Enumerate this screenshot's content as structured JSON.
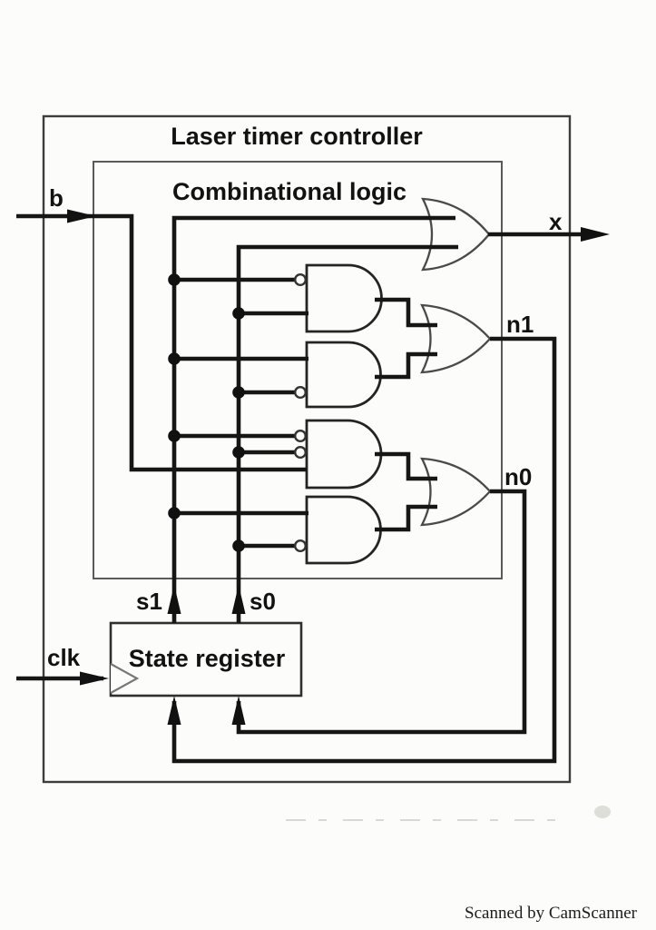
{
  "diagram": {
    "title": "Laser timer controller",
    "subsystem_title": "Combinational logic",
    "register_label": "State register",
    "signals": {
      "b": "b",
      "x": "x",
      "n1": "n1",
      "n0": "n0",
      "s1": "s1",
      "s0": "s0",
      "clk": "clk"
    },
    "gates": [
      {
        "id": "or-x",
        "type": "OR",
        "inputs": [
          "s1",
          "s0"
        ],
        "output": "x"
      },
      {
        "id": "and-1",
        "type": "AND",
        "inputs": [
          "s1'",
          "s0"
        ],
        "output": "or-n1"
      },
      {
        "id": "and-2",
        "type": "AND",
        "inputs": [
          "s1",
          "s0'"
        ],
        "output": "or-n1"
      },
      {
        "id": "or-n1",
        "type": "OR",
        "inputs": [
          "and-1",
          "and-2"
        ],
        "output": "n1"
      },
      {
        "id": "and-3",
        "type": "AND",
        "inputs": [
          "s1'",
          "s0'",
          "b"
        ],
        "output": "or-n0"
      },
      {
        "id": "and-4",
        "type": "AND",
        "inputs": [
          "s1",
          "s0'"
        ],
        "output": "or-n0"
      },
      {
        "id": "or-n0",
        "type": "OR",
        "inputs": [
          "and-3",
          "and-4"
        ],
        "output": "n0"
      }
    ],
    "feedback": [
      {
        "from": "n1",
        "to": "s1"
      },
      {
        "from": "n0",
        "to": "s0"
      }
    ],
    "footer": "Scanned by CamScanner",
    "colors": {
      "paper": "#fcfcfa",
      "ink": "#161616",
      "outer_box_line": "#3d3d3d",
      "inner_box_line": "#5a5a5a",
      "gate_outline": "#4a4a4a"
    }
  }
}
